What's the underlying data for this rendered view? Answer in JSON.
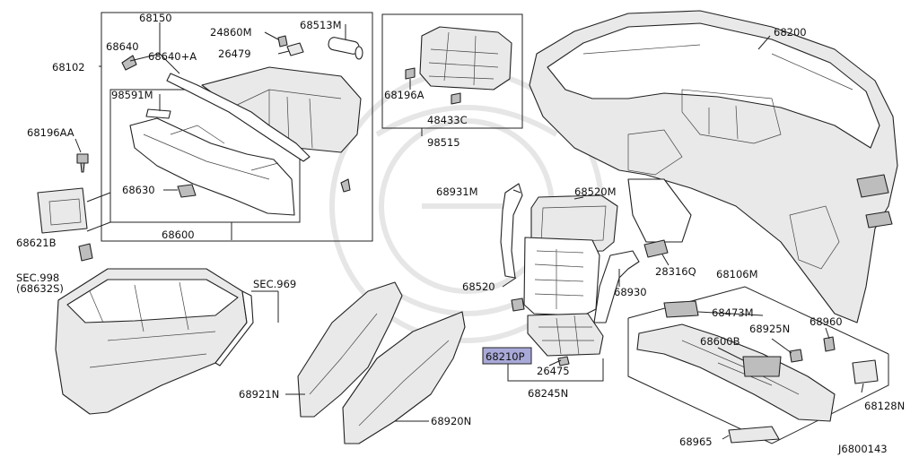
{
  "diagram_code": "J6800143",
  "highlight_color": "#a9a9d9",
  "labels": {
    "p68150": "68150",
    "p68640": "68640",
    "p68640A": "68640+A",
    "p68102": "68102",
    "p24860M": "24860M",
    "p26479": "26479",
    "p68513M": "68513M",
    "p98591M": "98591M",
    "p68196AA": "68196AA",
    "p68630": "68630",
    "p68621B": "68621B",
    "p68600": "68600",
    "sec998": "SEC.998",
    "sec998sub": "(68632S)",
    "sec969": "SEC.969",
    "p68196A": "68196A",
    "p48433C": "48433C",
    "p98515": "98515",
    "p68200": "68200",
    "p68931M": "68931M",
    "p68520M": "68520M",
    "p68520": "68520",
    "p28316Q": "28316Q",
    "p68930": "68930",
    "p68106M": "68106M",
    "p68473M": "68473M",
    "p68960": "68960",
    "p68925N": "68925N",
    "p68600B": "68600B",
    "p68210P": "68210P",
    "p26475": "26475",
    "p68245N": "68245N",
    "p68128N": "68128N",
    "p68921N": "68921N",
    "p68920N": "68920N",
    "p68965": "68965"
  }
}
